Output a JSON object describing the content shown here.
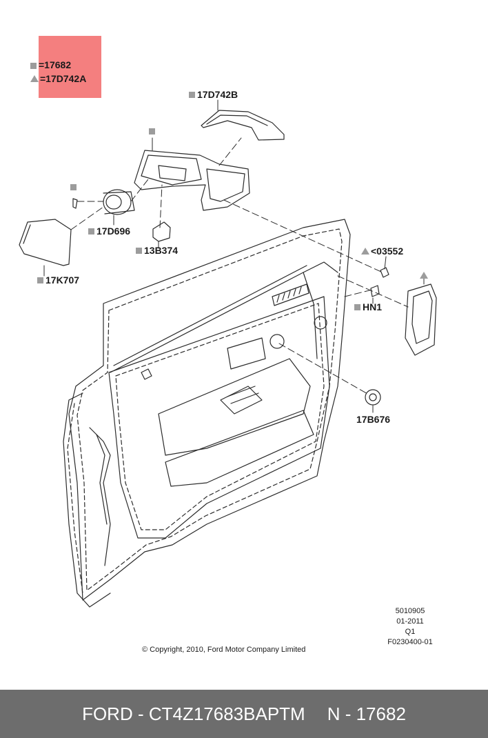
{
  "legend": {
    "rows": [
      {
        "symbol": "square",
        "text": "=17682"
      },
      {
        "symbol": "triangle",
        "text": "=17D742A"
      }
    ],
    "highlight_color": "#f47f7f"
  },
  "callouts": [
    {
      "symbol": "square",
      "label": "17D742B"
    },
    {
      "symbol": "square",
      "label": ""
    },
    {
      "symbol": "square",
      "label": ""
    },
    {
      "symbol": "square",
      "label": "17D696"
    },
    {
      "symbol": "square",
      "label": "13B374"
    },
    {
      "symbol": "square",
      "label": "17K707"
    },
    {
      "symbol": "triangle",
      "label": "<03552"
    },
    {
      "symbol": "square",
      "label": "HN1"
    },
    {
      "symbol": "triangle",
      "label": ""
    },
    {
      "symbol": "none",
      "label": "17B676"
    }
  ],
  "meta": {
    "lines": [
      "5010905",
      "01-2011",
      "Q1",
      "F0230400-01"
    ]
  },
  "copyright": "© Copyright, 2010, Ford Motor Company Limited",
  "footer": {
    "brand": "FORD - CT4Z17683BAPTM",
    "part": "N - 17682",
    "background": "#6d6d6d"
  }
}
